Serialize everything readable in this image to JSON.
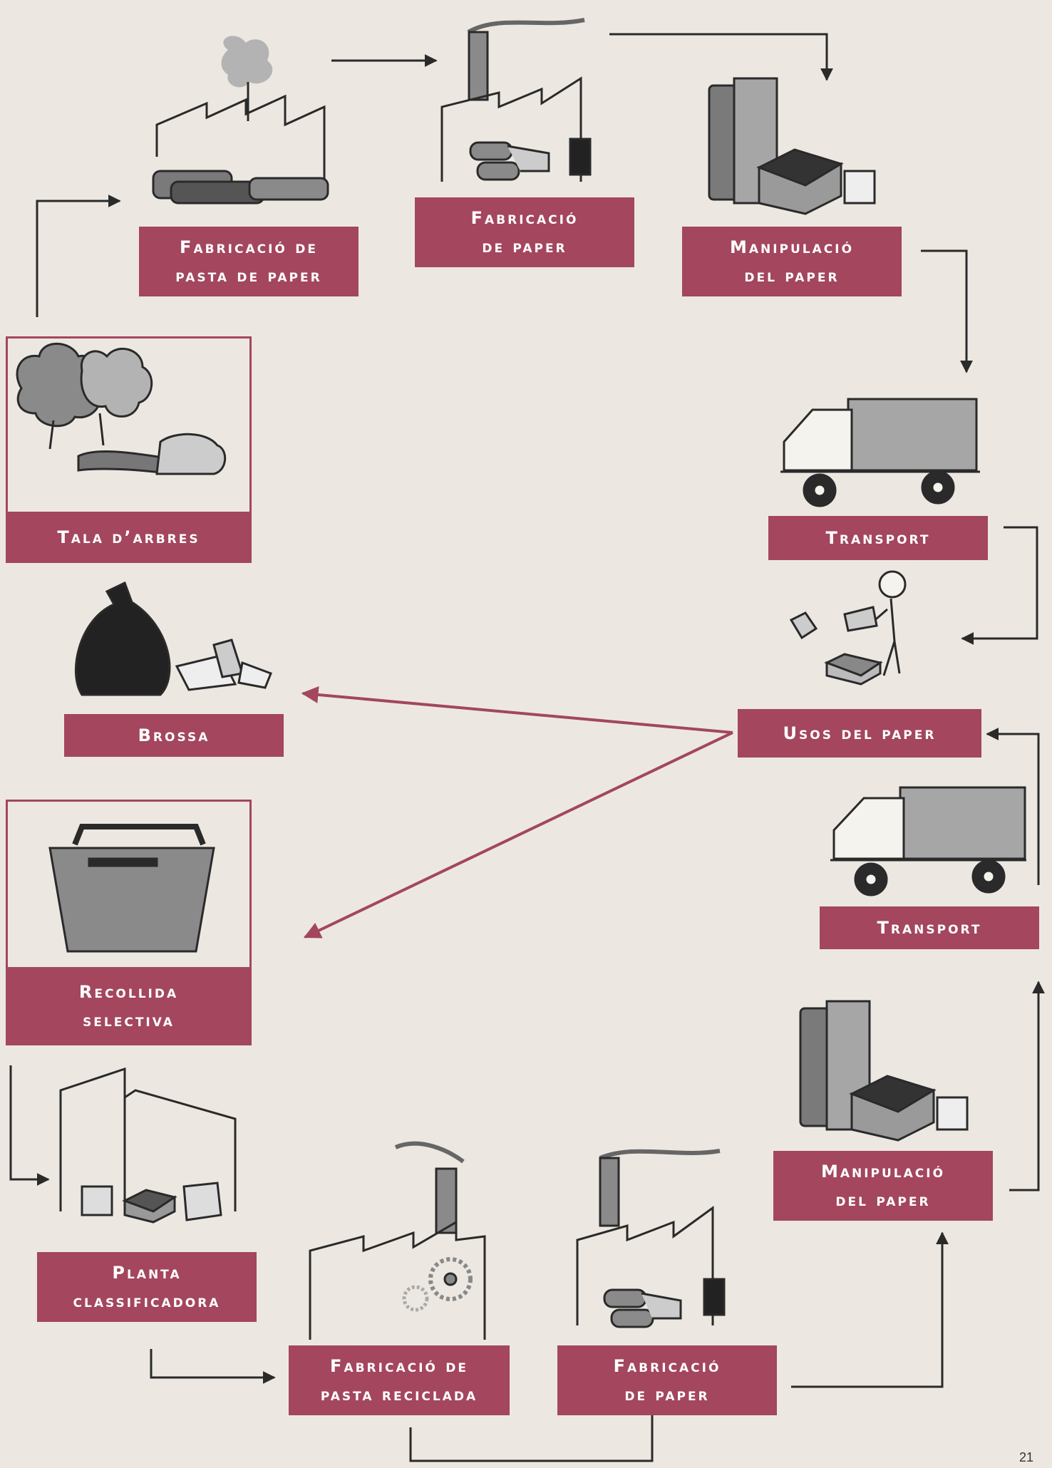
{
  "colors": {
    "accent": "#a3465e",
    "ink": "#2a2a2a",
    "paper": "#ece8e1"
  },
  "steps": {
    "pulp": {
      "line1": "Fabricació de",
      "line2": "pasta de paper",
      "icon": "pulp-factory-icon"
    },
    "paper_top": {
      "line1": "Fabricació",
      "line2": "de paper",
      "icon": "paper-factory-icon"
    },
    "handling_top": {
      "line1": "Manipulació",
      "line2": "del paper",
      "icon": "paper-products-icon"
    },
    "transport_top": {
      "line1": "Transport",
      "icon": "truck-icon"
    },
    "uses": {
      "line1": "Usos del paper",
      "icon": "person-using-paper-icon"
    },
    "transport_bottom": {
      "line1": "Transport",
      "icon": "truck-icon"
    },
    "handling_bottom": {
      "line1": "Manipulació",
      "line2": "del paper",
      "icon": "paper-products-icon"
    },
    "paper_bottom": {
      "line1": "Fabricació",
      "line2": "de paper",
      "icon": "paper-factory-icon"
    },
    "recycled_pulp": {
      "line1": "Fabricació de",
      "line2": "pasta reciclada",
      "icon": "recycling-factory-icon"
    },
    "sorting": {
      "line1": "Planta",
      "line2": "classificadora",
      "icon": "sorting-plant-icon"
    },
    "selective": {
      "line1": "Recollida",
      "line2": "selectiva",
      "icon": "recycling-container-icon"
    },
    "trash": {
      "line1": "Brossa",
      "icon": "trash-bag-icon"
    },
    "felling": {
      "line1": "Tala d’arbres",
      "icon": "trees-icon"
    }
  },
  "page_number": "21"
}
